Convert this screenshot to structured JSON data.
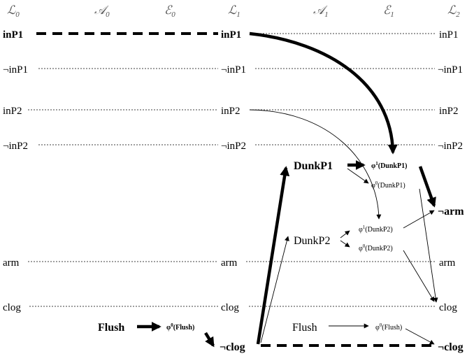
{
  "headers": {
    "L0": {
      "main": "ℒ",
      "sub": "0"
    },
    "A0": {
      "main": "𝒜",
      "sub": "0"
    },
    "E0": {
      "main": "ℰ",
      "sub": "0"
    },
    "L1": {
      "main": "ℒ",
      "sub": "1"
    },
    "A1": {
      "main": "𝒜",
      "sub": "1"
    },
    "E1": {
      "main": "ℰ",
      "sub": "1"
    },
    "L2": {
      "main": "ℒ",
      "sub": "2"
    }
  },
  "rows": {
    "inP1": "inP1",
    "not_inP1": "¬inP1",
    "inP2": "inP2",
    "not_inP2": "¬inP2",
    "arm": "arm",
    "clog": "clog",
    "not_clog": "¬clog",
    "not_arm": "¬arm"
  },
  "actions": {
    "DunkP1": "DunkP1",
    "DunkP2": "DunkP2",
    "Flush": "Flush"
  },
  "effects": {
    "phi1_DunkP1": {
      "phi": "φ",
      "sup": "1",
      "arg": "(DunkP1)"
    },
    "phi0_DunkP1": {
      "phi": "φ",
      "sup": "0",
      "arg": "(DunkP1)"
    },
    "phi1_DunkP2": {
      "phi": "φ",
      "sup": "1",
      "arg": "(DunkP2)"
    },
    "phi0_DunkP2": {
      "phi": "φ",
      "sup": "0",
      "arg": "(DunkP2)"
    },
    "phi0_Flush_A0": {
      "phi": "φ",
      "sup": "0",
      "arg": "(Flush)"
    },
    "phi0_Flush_A1": {
      "phi": "φ",
      "sup": "0",
      "arg": "(Flush)"
    }
  }
}
